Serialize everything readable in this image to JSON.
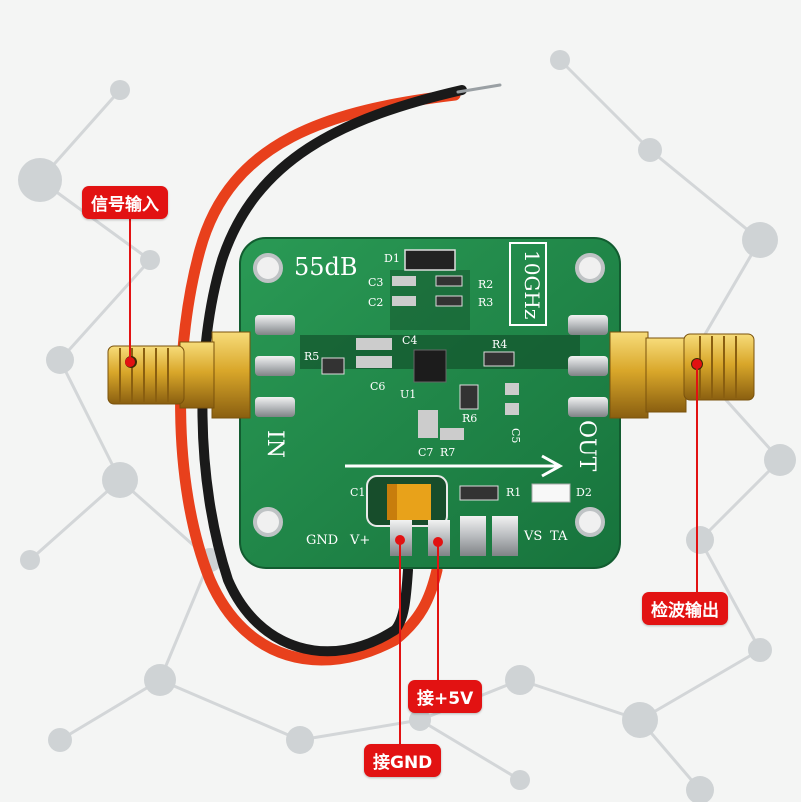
{
  "callouts": {
    "signal_input": "信号输入",
    "detector_output": "检波输出",
    "connect_5v": "接+5V",
    "connect_gnd": "接GND"
  },
  "board": {
    "gain": "55dB",
    "frequency": "10GHz",
    "in_label": "IN",
    "out_label": "OUT",
    "gnd_label": "GND",
    "vplus_label": "V+",
    "vs_label": "VS",
    "ta_label": "TA",
    "ref_c1": "C1",
    "ref_c2": "C2",
    "ref_c3": "C3",
    "ref_c4": "C4",
    "ref_c5": "C5",
    "ref_c6": "C6",
    "ref_c7": "C7",
    "ref_d1": "D1",
    "ref_d2": "D2",
    "ref_r1": "R1",
    "ref_r2": "R2",
    "ref_r3": "R3",
    "ref_r4": "R4",
    "ref_r5": "R5",
    "ref_r6": "R6",
    "ref_r7": "R7",
    "ref_u1": "U1"
  },
  "colors": {
    "pcb": "#1f8a4a",
    "brass": "#d9a72a",
    "callout": "#e21212",
    "wire_red": "#e8401c",
    "wire_black": "#1a1a1a"
  }
}
